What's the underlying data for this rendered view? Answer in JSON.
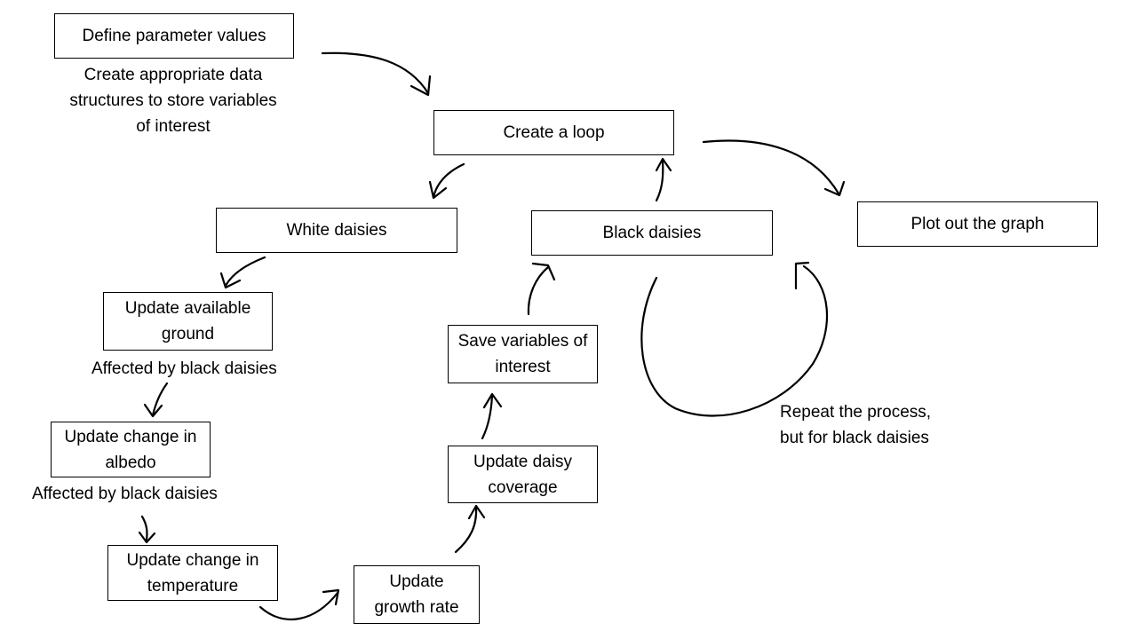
{
  "nodes": {
    "define_parameters": "Define parameter values",
    "create_loop": "Create a loop",
    "white_daisies": "White daisies",
    "black_daisies": "Black daisies",
    "plot_graph": "Plot out the graph",
    "update_available_ground": "Update available ground",
    "update_change_albedo": "Update change in albedo",
    "update_change_temperature": "Update change in temperature",
    "update_growth_rate": "Update growth rate",
    "update_daisy_coverage": "Update daisy coverage",
    "save_variables": "Save variables of interest"
  },
  "notes": {
    "create_data_structures": "Create appropriate data structures to store variables of interest",
    "affected_ground": "Affected by black daisies",
    "affected_albedo": "Affected by black daisies",
    "repeat_process": "Repeat the process, but for black daisies"
  }
}
